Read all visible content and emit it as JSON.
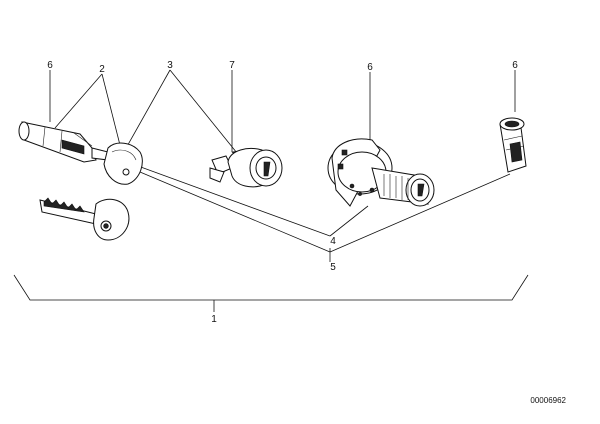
{
  "diagram": {
    "callouts": {
      "c1": "1",
      "c2": "2",
      "c3": "3",
      "c4": "4",
      "c5": "5",
      "c6a": "6",
      "c6b": "6",
      "c6c": "6",
      "c7": "7"
    },
    "document_number": "00006962"
  }
}
